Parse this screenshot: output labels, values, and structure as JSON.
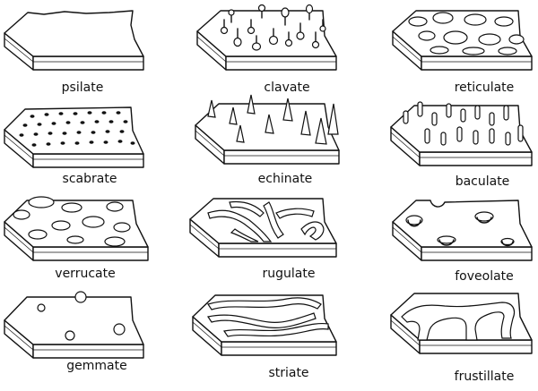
{
  "figure": {
    "items": [
      {
        "label": "psilate"
      },
      {
        "label": "clavate"
      },
      {
        "label": "reticulate"
      },
      {
        "label": "scabrate"
      },
      {
        "label": "echinate"
      },
      {
        "label": "baculate"
      },
      {
        "label": "verrucate"
      },
      {
        "label": "rugulate"
      },
      {
        "label": "foveolate"
      },
      {
        "label": "gemmate"
      },
      {
        "label": "striate"
      },
      {
        "label": "frustillate"
      }
    ]
  }
}
